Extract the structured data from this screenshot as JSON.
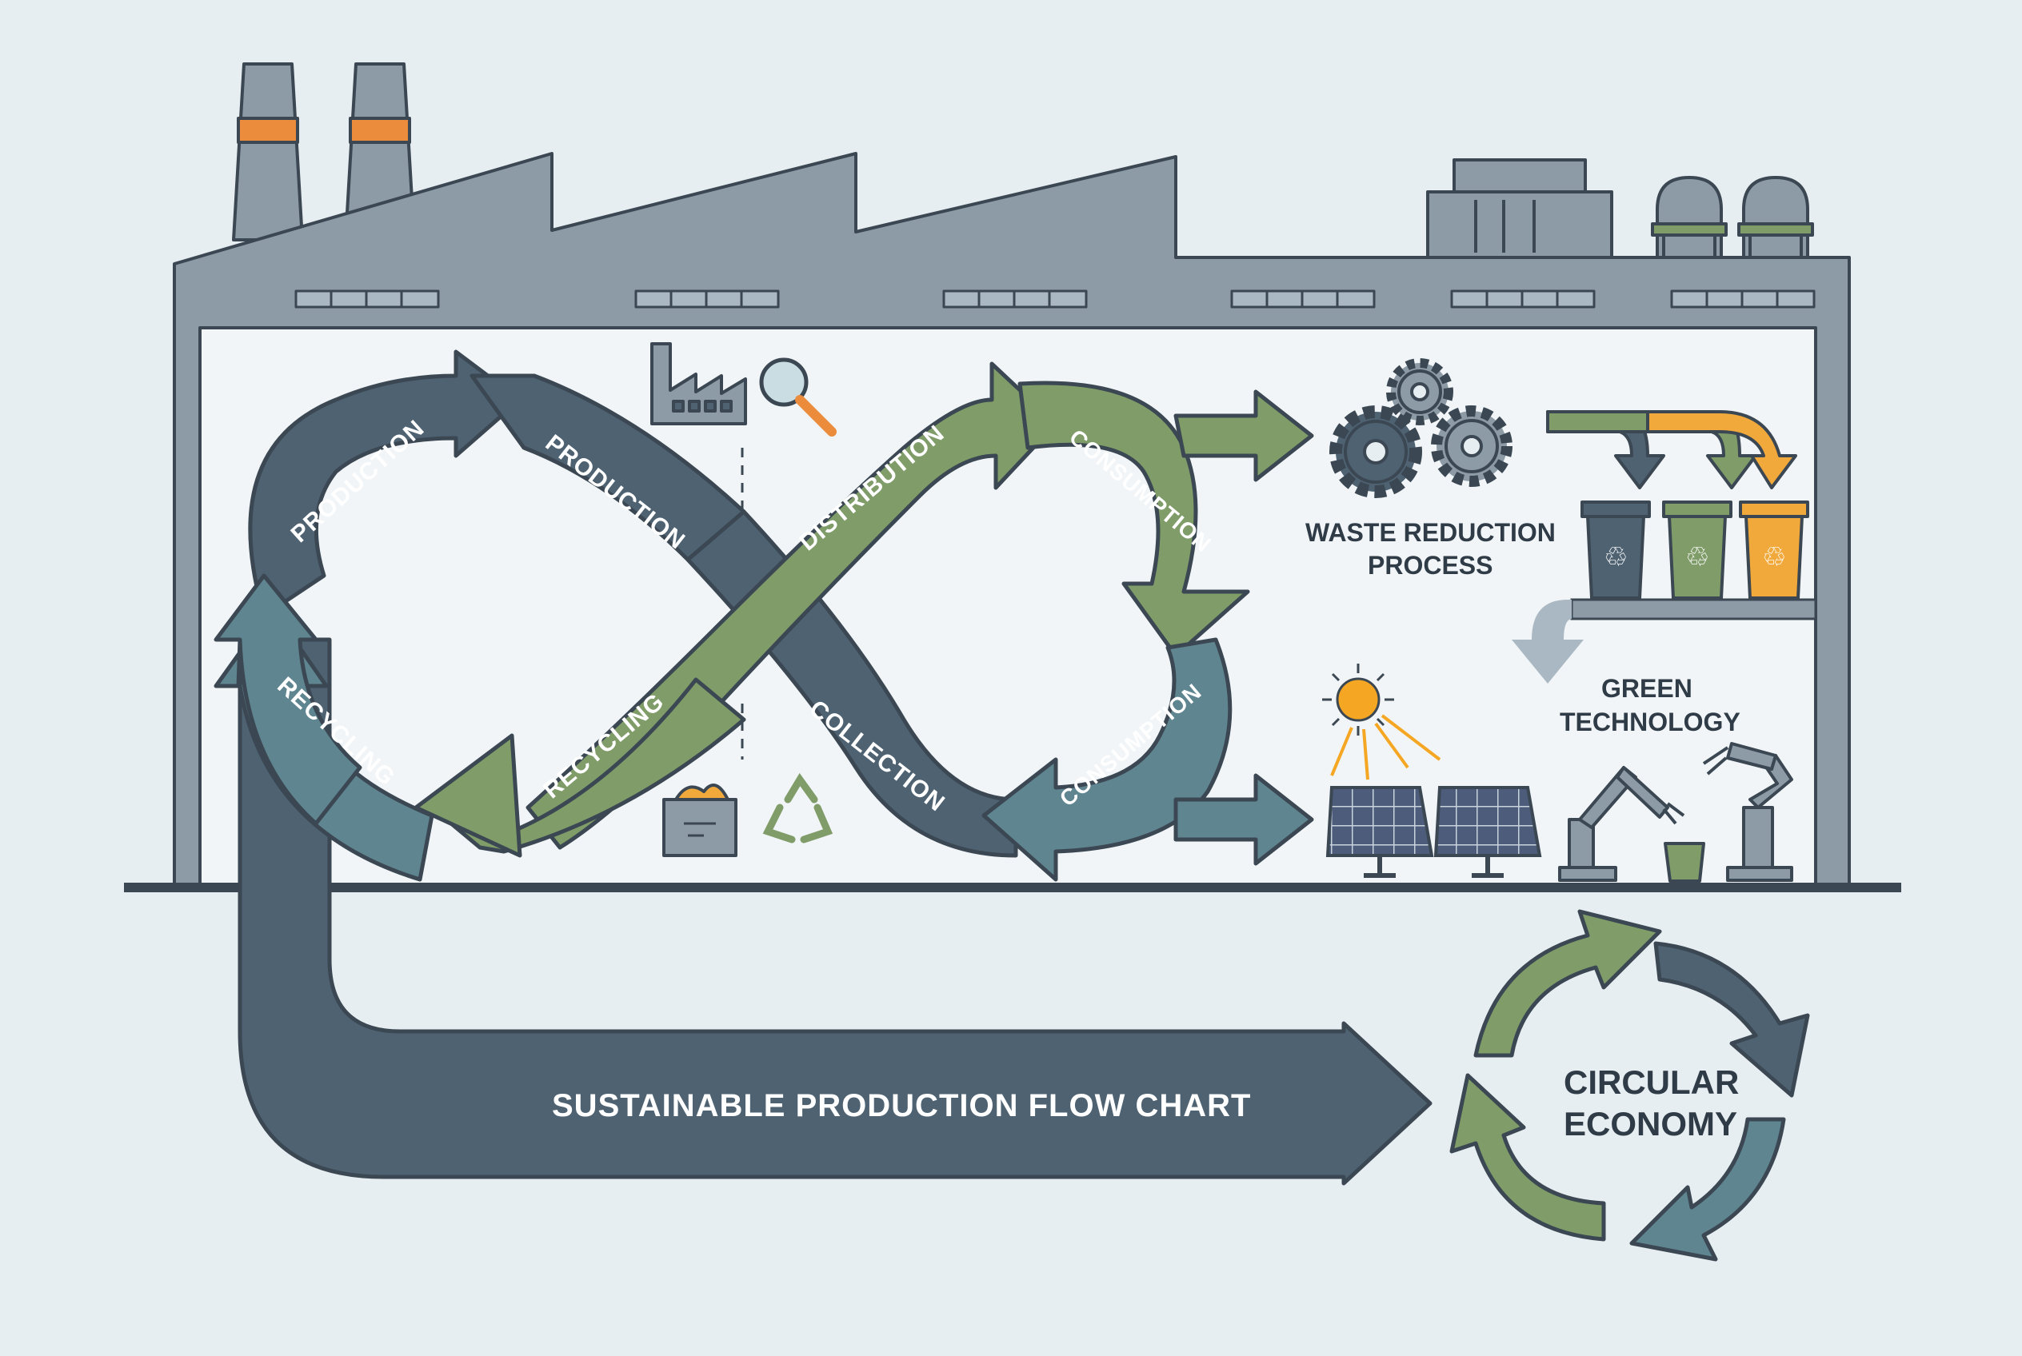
{
  "colors": {
    "background": "#e7eef1",
    "building": "#8c9ba6",
    "outline": "#3b4752",
    "slate": "#4e6272",
    "green": "#7f9c69",
    "teal": "#5f8590",
    "orange": "#ea8c3c",
    "amber": "#f2a93b",
    "sun": "#f5a623"
  },
  "loop": {
    "production_left": "PRODUCTION",
    "production_right": "PRODUCTION",
    "distribution": "DISTRIBUTION",
    "consumption_top": "CONSUMPTION",
    "consumption_bottom": "CONSUMPTION",
    "collection": "COLLECTION",
    "recycling_center": "RECYCLING",
    "recycling_left": "RECYCLING"
  },
  "waste": {
    "title_line1": "WASTE REDUCTION",
    "title_line2": "PROCESS"
  },
  "green_tech": {
    "title_line1": "GREEN",
    "title_line2": "TECHNOLOGY"
  },
  "flow": {
    "label": "SUSTAINABLE PRODUCTION FLOW CHART"
  },
  "circular": {
    "line1": "CIRCULAR",
    "line2": "ECONOMY"
  },
  "icons": [
    "factory-icon",
    "magnifier-icon",
    "recycle-bin-icon",
    "recycle-icon",
    "gear-icon",
    "waste-bin-icon",
    "sun-icon",
    "solar-panel-icon",
    "robot-arm-icon"
  ]
}
